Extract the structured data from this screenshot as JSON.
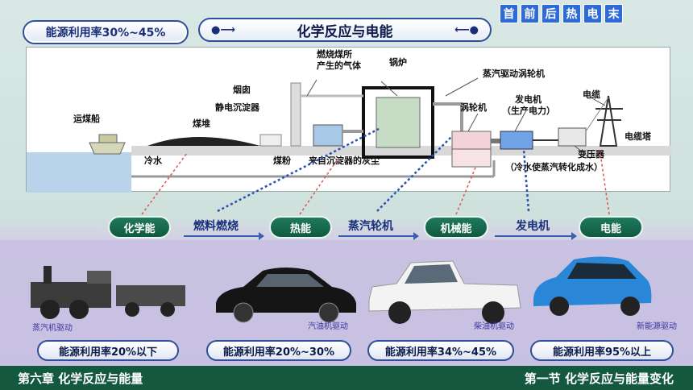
{
  "header": {
    "efficiency_badge": "能源利用率30%~45%",
    "title": "化学反应与电能",
    "left_arrow": "●⟶",
    "right_arrow": "⟵●"
  },
  "nav": {
    "buttons": [
      "首",
      "前",
      "后",
      "热",
      "电",
      "末"
    ]
  },
  "diagram_labels": {
    "coal_ship": "运煤船",
    "coal_pile": "煤堆",
    "chimney": "烟囱",
    "precipitator": "静电沉淀器",
    "burning_gas": "燃烧煤所\n产生的气体",
    "boiler": "锅炉",
    "steam_turbine_drive": "蒸汽驱动涡轮机",
    "turbine": "涡轮机",
    "generator": "发电机",
    "power_gen": "（生产电力）",
    "cable": "电缆",
    "cable_tower": "电缆塔",
    "transformer": "变压器",
    "condense": "（冷水使蒸汽转化成水）",
    "cold_water": "冷水",
    "coal_powder": "煤粉",
    "ash": "来自沉淀器的灰尘"
  },
  "chain": {
    "stages": [
      "化学能",
      "热能",
      "机械能",
      "电能"
    ],
    "processes": [
      "燃料燃烧",
      "蒸汽轮机",
      "发电机"
    ]
  },
  "vehicles": [
    {
      "label": "蒸汽机驱动",
      "efficiency": "能源利用率20%以下"
    },
    {
      "label": "汽油机驱动",
      "efficiency": "能源利用率20%~30%"
    },
    {
      "label": "柴油机驱动",
      "efficiency": "能源利用率34%~45%"
    },
    {
      "label": "新能源驱动",
      "efficiency": "能源利用率95%以上"
    }
  ],
  "footer": {
    "chapter": "第六章  化学反应与能量",
    "section": "第一节  化学反应与能量变化"
  },
  "colors": {
    "accent": "#2f4f9a",
    "green": "#13583f",
    "stage": "#1f7a5e"
  }
}
